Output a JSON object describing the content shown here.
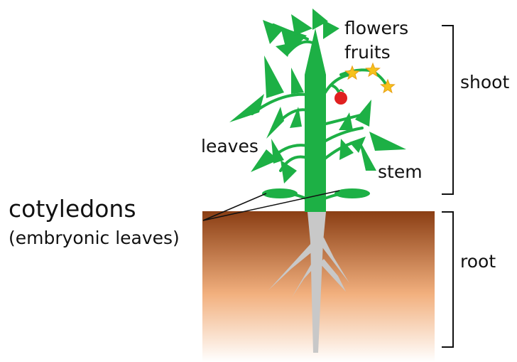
{
  "labels": {
    "flowers": "flowers",
    "fruits": "fruits",
    "leaves": "leaves",
    "stem": "stem",
    "shoot": "shoot",
    "root": "root",
    "cotyledons": "cotyledons",
    "cotyledons_sub": "(embryonic leaves)"
  },
  "colors": {
    "plant_green": "#1db045",
    "soil_top": "#8a3e14",
    "soil_mid": "#f2b07e",
    "soil_bottom": "#ffffff",
    "root_gray": "#c8c8c8",
    "flower_yellow": "#f6c21b",
    "flower_outline": "#e8a015",
    "fruit_red": "#e02020",
    "bracket": "#111111"
  },
  "icons": {
    "flower": "star-shaped-flower",
    "fruit": "round-tomato-fruit"
  }
}
